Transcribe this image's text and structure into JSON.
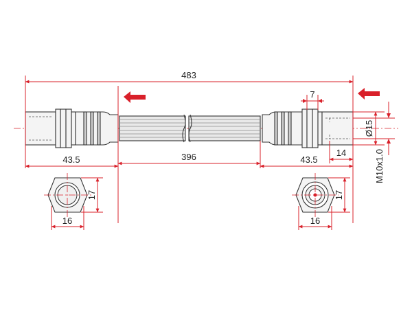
{
  "dimensions": {
    "overall_length": "483",
    "hose_length": "396",
    "left_fitting_length": "43.5",
    "right_fitting_length": "43.5",
    "right_tube_width": "7",
    "thread_length": "14",
    "outer_diameter": "Ø15",
    "thread_spec": "M10x1.0",
    "left_hex_height": "17",
    "left_hex_width": "16",
    "right_hex_height": "17",
    "right_hex_width": "16"
  },
  "colors": {
    "dimension": "#d9202a",
    "outline": "#333333",
    "arrow": "#d9202a"
  },
  "icons": {
    "left_arrow": "arrow-left-icon",
    "right_arrow": "arrow-left-icon"
  }
}
